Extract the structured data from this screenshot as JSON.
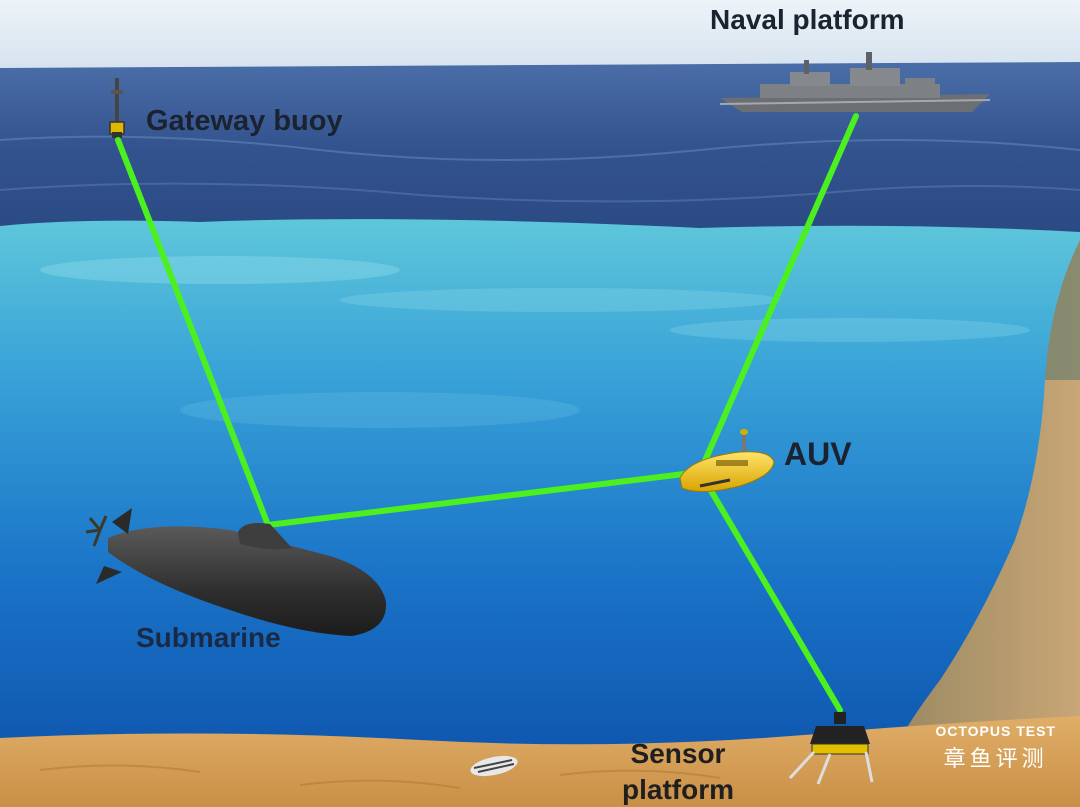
{
  "labels": {
    "gateway": "Gateway buoy",
    "naval": "Naval platform",
    "auv": "AUV",
    "submarine": "Submarine",
    "sensor_line1": "Sensor",
    "sensor_line2": "platform"
  },
  "watermark": {
    "en": "OCTOPUS TEST",
    "zh": "章鱼评测"
  },
  "colors": {
    "link": "#4cf01e",
    "sky": "#dfeaf4",
    "ocean_surface": "#2a4f8f",
    "water": "#1a74c8",
    "seabed": "#d9a35c"
  }
}
